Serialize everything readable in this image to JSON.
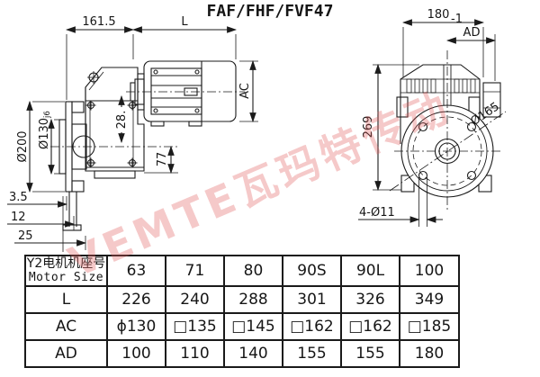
{
  "title": "FAF/FHF/FVF47",
  "watermark": "VEMTE瓦玛特传动",
  "side_view": {
    "dim_161_5": "161.5",
    "dim_L": "L",
    "dim_AC": "AC",
    "dim_200": "Ø200",
    "dim_130": "Ø130",
    "dim_130_tol": "j6",
    "dim_28": "28.",
    "dim_77": "77",
    "dim_3_5": "3.5",
    "dim_12": "12",
    "dim_25": "25"
  },
  "front_view": {
    "dim_180": "180",
    "dim_180_tol": "-1",
    "dim_AD": "AD",
    "dim_269": "269",
    "dim_165": "Ø165",
    "dim_holes": "4-Ø11"
  },
  "table": {
    "header": {
      "line1": "Y2电机机座号",
      "line2": "Motor Size",
      "cols": [
        "63",
        "71",
        "80",
        "90S",
        "90L",
        "100"
      ]
    },
    "rows": [
      {
        "label": "L",
        "cells": [
          "226",
          "240",
          "288",
          "301",
          "326",
          "349"
        ]
      },
      {
        "label": "AC",
        "cells": [
          "ϕ130",
          "□135",
          "□145",
          "□162",
          "□162",
          "□185"
        ]
      },
      {
        "label": "AD",
        "cells": [
          "100",
          "110",
          "140",
          "155",
          "155",
          "180"
        ]
      }
    ]
  }
}
